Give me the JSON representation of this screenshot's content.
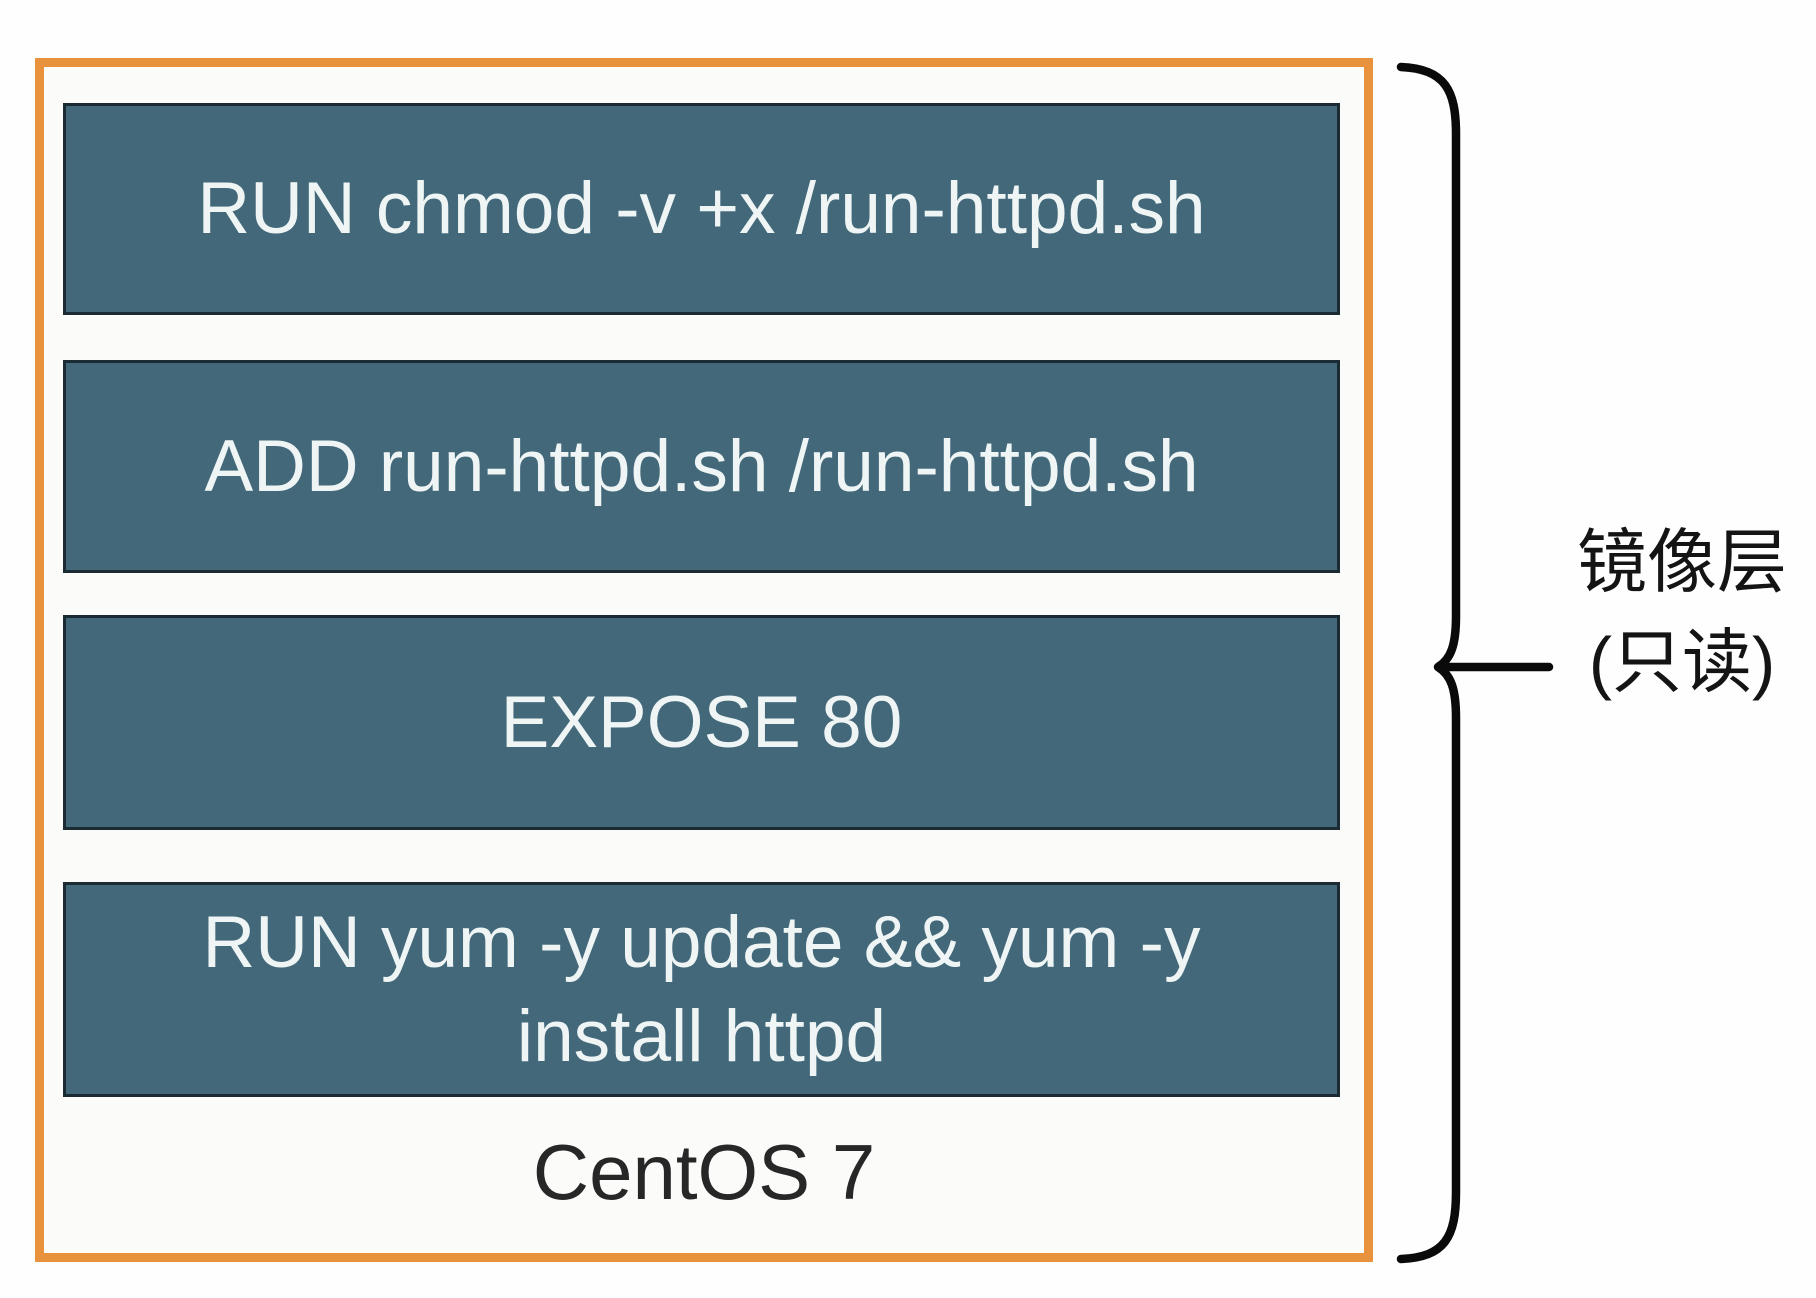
{
  "diagram": {
    "layers": [
      {
        "label": "RUN chmod -v +x /run-httpd.sh"
      },
      {
        "label": "ADD run-httpd.sh /run-httpd.sh"
      },
      {
        "label": "EXPOSE 80"
      },
      {
        "label": "RUN yum -y update && yum -y install httpd"
      }
    ],
    "base_label": "CentOS 7",
    "annotation": {
      "line1": "镜像层",
      "line2": "(只读)"
    },
    "colors": {
      "outer_border": "#e8923e",
      "inner_bg": "#fbfbfa",
      "layer_fill": "#426879",
      "layer_border": "#1b2b33",
      "layer_text": "#eff5f5",
      "base_text": "#272727",
      "annotation_text": "#141414",
      "brace": "#0a0a0a"
    }
  }
}
